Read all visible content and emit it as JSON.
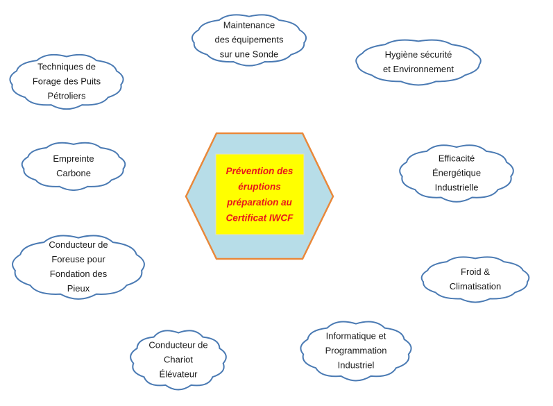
{
  "center": {
    "lines": [
      "Prévention des",
      "éruptions",
      "préparation au",
      "Certificat IWCF"
    ]
  },
  "clouds": [
    {
      "id": "maintenance",
      "lines": [
        "Maintenance",
        "des équipements",
        "sur une Sonde"
      ]
    },
    {
      "id": "forage",
      "lines": [
        "Techniques de",
        "Forage des Puits",
        "Pétroliers"
      ]
    },
    {
      "id": "hygiene",
      "lines": [
        "Hygiène sécurité",
        "et Environnement"
      ]
    },
    {
      "id": "empreinte",
      "lines": [
        "Empreinte",
        "Carbone"
      ]
    },
    {
      "id": "efficacite",
      "lines": [
        "Efficacité",
        "Énergétique",
        "Industrielle"
      ]
    },
    {
      "id": "conducteur-foreuse",
      "lines": [
        "Conducteur de",
        "Foreuse pour",
        "Fondation des",
        "Pieux"
      ]
    },
    {
      "id": "froid",
      "lines": [
        "Froid &",
        "Climatisation"
      ]
    },
    {
      "id": "conducteur-chariot",
      "lines": [
        "Conducteur de",
        "Chariot",
        "Élévateur"
      ]
    },
    {
      "id": "informatique",
      "lines": [
        "Informatique et",
        "Programmation",
        "Industriel"
      ]
    }
  ],
  "colors": {
    "cloud_stroke": "#4a7ab3",
    "hexagon_fill": "#b7dde8",
    "hexagon_stroke": "#e9883a",
    "center_box_fill": "#ffff00",
    "center_text": "#e8141c"
  }
}
